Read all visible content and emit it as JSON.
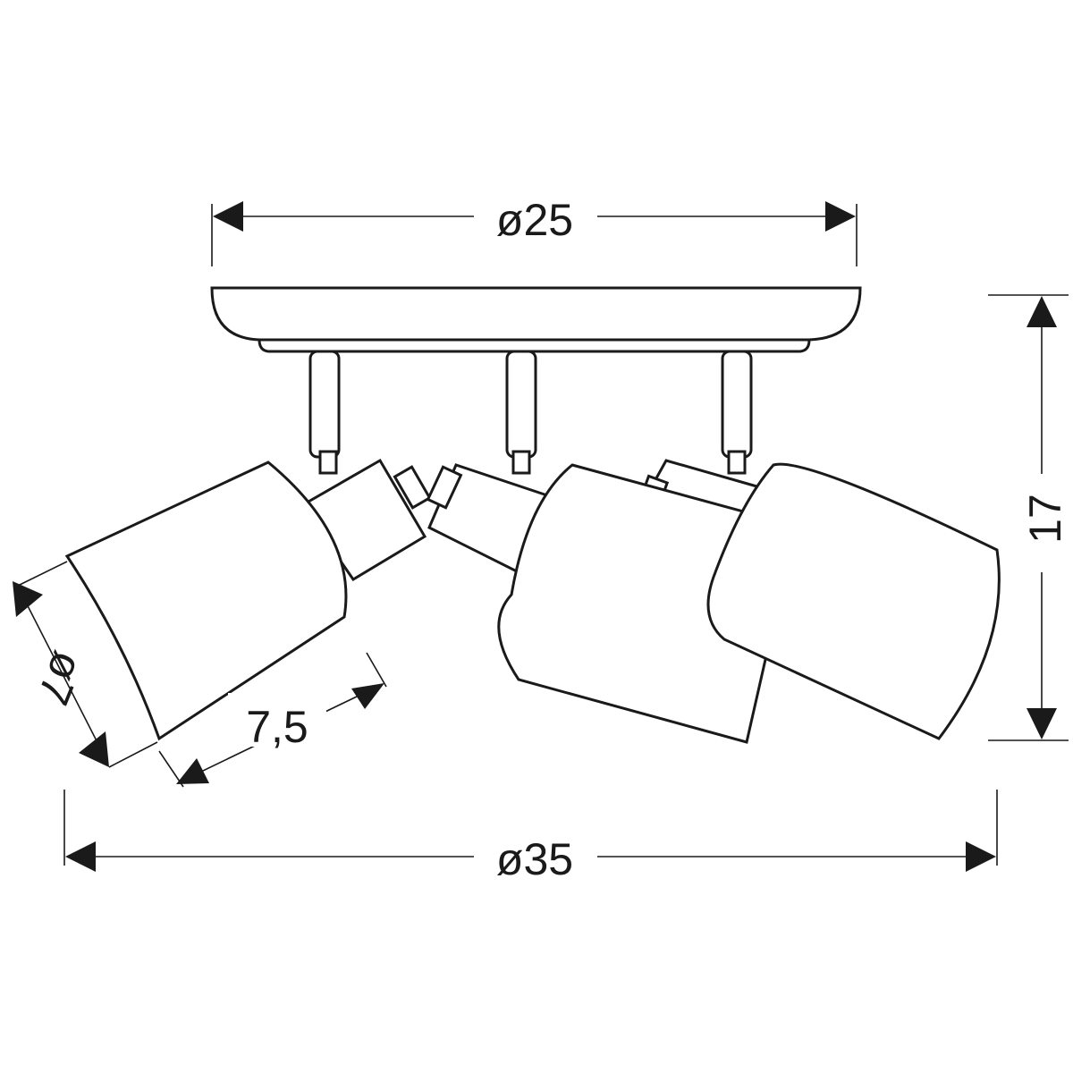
{
  "dimensions": {
    "plate_diameter": "ø25",
    "overall_diameter": "ø35",
    "height": "17",
    "shade_diameter": "ø7",
    "shade_length": "7,5"
  },
  "colors": {
    "line": "#1a1a1a",
    "background": "#ffffff"
  }
}
